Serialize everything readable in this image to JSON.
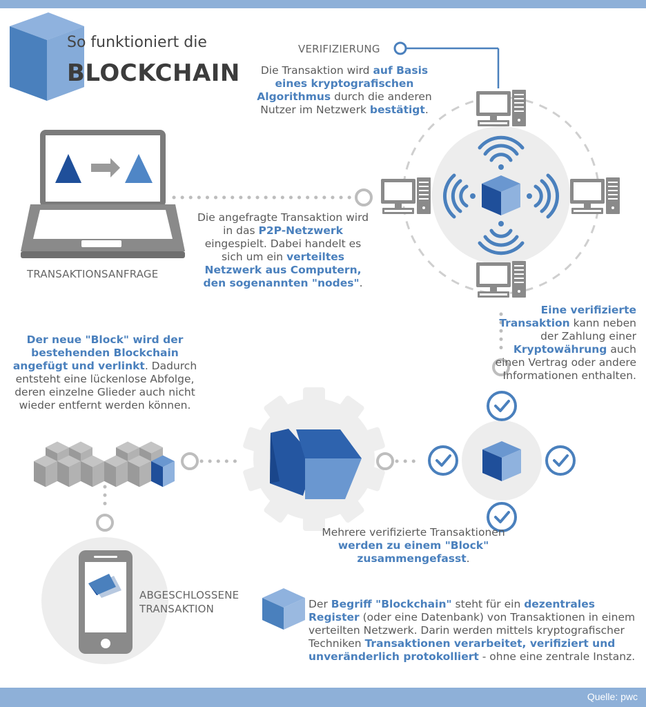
{
  "title": {
    "line1": "So funktioniert die",
    "line2": "BLOCKCHAIN"
  },
  "steps": {
    "verification": {
      "heading": "VERIFIZIERUNG",
      "p1": "Die Transaktion wird ",
      "b1": "auf Basis eines kryptografischen Algorithmus",
      "p2": " durch die anderen Nutzer im Netzwerk ",
      "b2": "bestätigt",
      "p3": "."
    },
    "request": {
      "caption": "TRANSAKTIONSANFRAGE"
    },
    "network": {
      "p1": "Die angefragte Transaktion wird in das ",
      "b1": "P2P-Netzwerk",
      "p2": " eingespielt. Dabei handelt es sich um ein ",
      "b2": "verteiltes Netzwerk aus Computern, den sogenannten \"nodes\"",
      "p3": "."
    },
    "verified": {
      "b1": "Eine verifizierte Transaktion",
      "p1": " kann neben der Zahlung einer ",
      "b2": "Kryptowährung",
      "p2": " auch einen Vertrag oder andere Informationen enthalten."
    },
    "new_block": {
      "b1": "Der neue \"Block\" wird der bestehenden Blockchain angefügt und verlinkt",
      "p1": ". Dadurch entsteht eine lückenlose Abfolge, deren einzelne Glieder auch nicht wieder entfernt werden können."
    },
    "block_formed": {
      "p1": "Mehrere verifizierte Transaktionen ",
      "b1": "werden zu einem \"Block\" zusammengefasst",
      "p2": "."
    },
    "completed": {
      "caption_line1": "ABGESCHLOSSENE",
      "caption_line2": "TRANSAKTION"
    }
  },
  "definition": {
    "p1": "Der ",
    "b1": "Begriff \"Blockchain\"",
    "p2": " steht für ein ",
    "b2": "dezentrales Register",
    "p3": " (oder eine Datenbank) von Transaktionen in einem verteilten Netzwerk. Darin werden mittels kryptografischer Techniken ",
    "b3": "Transaktionen verarbeitet, verifiziert und unveränderlich protokolliert",
    "p4": " - ohne eine zentrale Instanz."
  },
  "source": "Quelle: pwc",
  "colors": {
    "frame": "#8eb0d8",
    "accent": "#4a80bd",
    "dark_blue": "#1f4f9a",
    "light_blue": "#6a97d0",
    "gray_icon": "#8a8a8a",
    "pale_circle": "#ededed"
  },
  "icons": [
    "cube-icon",
    "laptop-icon",
    "computer-icon",
    "wifi-icon",
    "check-icon",
    "gear-icon",
    "smartphone-icon",
    "blockchain-cubes-icon"
  ]
}
